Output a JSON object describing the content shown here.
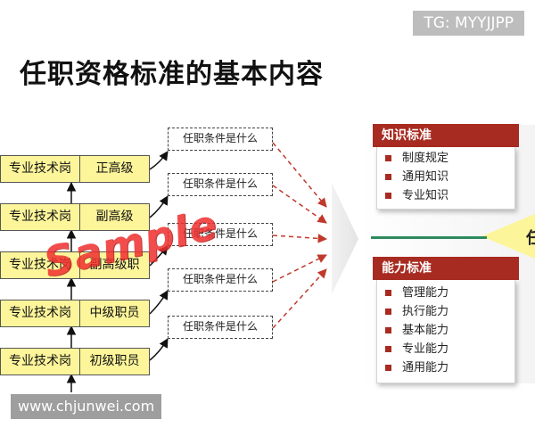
{
  "watermark_top": "TG: MYYJJPP",
  "title": "任职资格标准的基本内容",
  "levels": [
    {
      "category": "专业技术岗",
      "level": "正高级"
    },
    {
      "category": "专业技术岗",
      "level": "副高级"
    },
    {
      "category": "专业技术岗",
      "level": "副高级职"
    },
    {
      "category": "专业技术岗",
      "level": "中级职员"
    },
    {
      "category": "专业技术岗",
      "level": "初级职员"
    }
  ],
  "condition_label": "任职条件是什么",
  "knowledge_panel": {
    "header": "知识标准",
    "items": [
      "制度规定",
      "通用知识",
      "专业知识"
    ]
  },
  "ability_panel": {
    "header": "能力标准",
    "items": [
      "管理能力",
      "执行能力",
      "基本能力",
      "专业能力",
      "通用能力"
    ]
  },
  "side_label": "任",
  "sample_stamp": "Sample",
  "watermark_site": "www.chjunwei.com",
  "colors": {
    "row_fill": "#fdf59a",
    "panel_header": "#a82b21",
    "arrow": "#c0392b",
    "divider": "#2e8a5f"
  }
}
